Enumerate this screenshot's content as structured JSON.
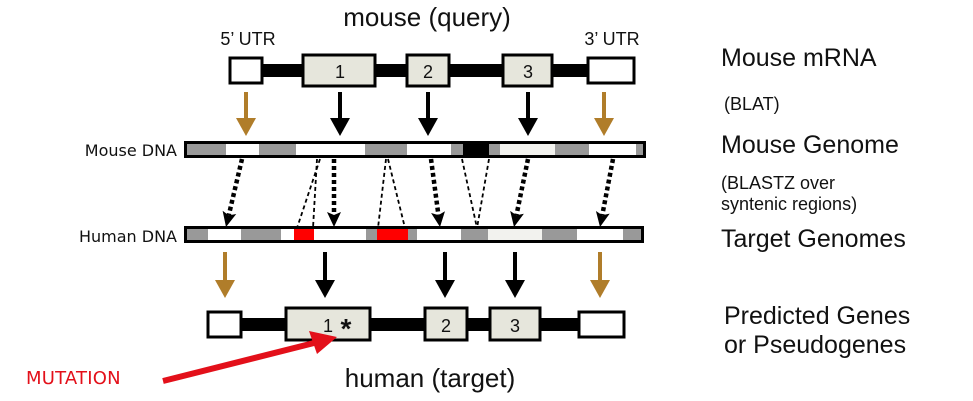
{
  "titles": {
    "query": "mouse (query)",
    "target": "human (target)"
  },
  "utr_labels": {
    "five_prime": "5’ UTR",
    "three_prime": "3’ UTR"
  },
  "dna_labels": {
    "mouse": "Mouse DNA",
    "human": "Human DNA"
  },
  "mouse_gene": {
    "exons": [
      "1",
      "2",
      "3"
    ]
  },
  "human_gene": {
    "exons": [
      "1",
      "2",
      "3"
    ],
    "mutation_marker": "*"
  },
  "annotation": {
    "mutation_label": "MUTATION"
  },
  "side_labels": {
    "mouse_mrna": "Mouse mRNA",
    "blat": "(BLAT)",
    "mouse_genome": "Mouse Genome",
    "blastz_line1": "(BLASTZ over",
    "blastz_line2": "syntenic regions)",
    "target_genomes": "Target Genomes",
    "predicted_line1": "Predicted Genes",
    "predicted_line2": "or Pseudogenes"
  },
  "colors": {
    "utr_arrow": "#b07d2a",
    "exon_arrow": "#000000",
    "exon_fill": "#e6e6dc",
    "dna_grey": "#999999",
    "dna_white": "#ffffff",
    "dna_light": "#f2f2ee",
    "insertion_red": "#ff0000",
    "deletion_black": "#000000",
    "mutation_red": "#e3101a"
  },
  "dna_segments": {
    "mouse": [
      "grey",
      "white",
      "grey",
      "white",
      "grey",
      "white",
      "grey",
      "black",
      "grey",
      "light",
      "grey",
      "white",
      "grey"
    ],
    "human": [
      "grey",
      "white",
      "grey",
      "white",
      "red",
      "white",
      "grey",
      "red",
      "grey",
      "white",
      "grey",
      "light",
      "grey",
      "white",
      "grey"
    ]
  }
}
